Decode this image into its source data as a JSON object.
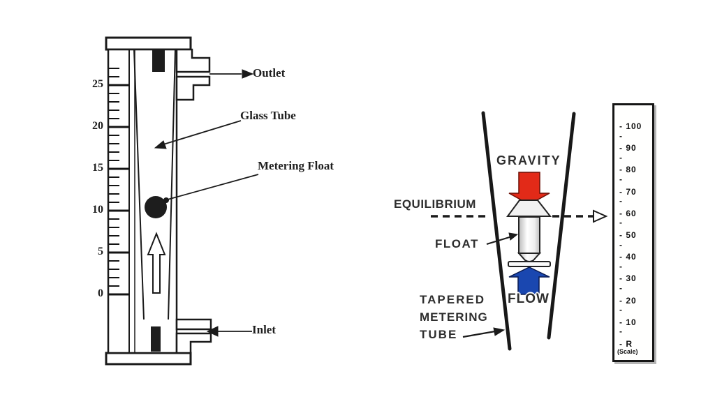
{
  "title": "Rotameter (variable area flow meter) diagram",
  "left_diagram": {
    "labels": {
      "outlet": "Outlet",
      "glass_tube": "Glass Tube",
      "metering_float": "Metering Float",
      "inlet": "Inlet"
    },
    "scale": {
      "values": [
        25,
        20,
        15,
        10,
        5,
        0
      ],
      "minors_per_interval": 4
    },
    "float_position_value": 10
  },
  "right_diagram": {
    "labels": {
      "gravity": "GRAVITY",
      "equilibrium": "EQUILIBRIUM",
      "float": "FLOAT",
      "flow": "FLOW",
      "tapered_line1": "TAPERED",
      "tapered_line2": "METERING",
      "tapered_line3": "TUBE"
    },
    "scale": {
      "values": [
        "100",
        "90",
        "80",
        "70",
        "60",
        "50",
        "40",
        "30",
        "20",
        "10",
        "R"
      ],
      "caption": "(Scale)"
    },
    "colors": {
      "gravity_arrow": "#e22a18",
      "flow_arrow": "#1a47b0",
      "line": "#1b1b1b"
    }
  }
}
